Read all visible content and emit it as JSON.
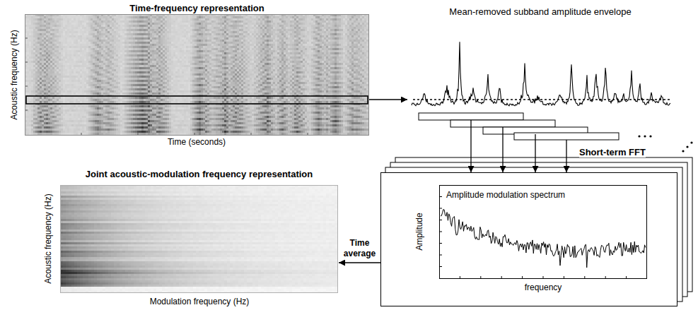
{
  "diagram": {
    "nodes": [
      {
        "text": [
          "Time-frequency representation"
        ]
      },
      {
        "text": [
          "Mean-removed subband amplitude envelope"
        ]
      },
      {
        "text": [
          "Joint acoustic-modulation frequency representation"
        ]
      },
      {
        "text": [
          "Short-term FFT"
        ]
      },
      {
        "text": [
          "Amplitude modulation spectrum"
        ],
        "in": 3
      }
    ],
    "edges": [
      {
        "from": 0,
        "to": 1,
        "arrow": "to"
      },
      {
        "from": 1,
        "to": 3,
        "arrow": "to"
      },
      {
        "from": 1,
        "to": 3,
        "arrow": "to"
      },
      {
        "from": 1,
        "to": 3,
        "arrow": "to"
      },
      {
        "from": 1,
        "to": 3,
        "arrow": "to"
      },
      {
        "from": 3,
        "to": 2,
        "arrow": "to",
        "label": "Time average"
      }
    ],
    "labels": [
      "Acoustic frequency (Hz)",
      "Time (seconds)",
      "Amplitude",
      "frequency",
      "Acoustic frequency (Hz)",
      "Modulation frequency (Hz)"
    ]
  }
}
